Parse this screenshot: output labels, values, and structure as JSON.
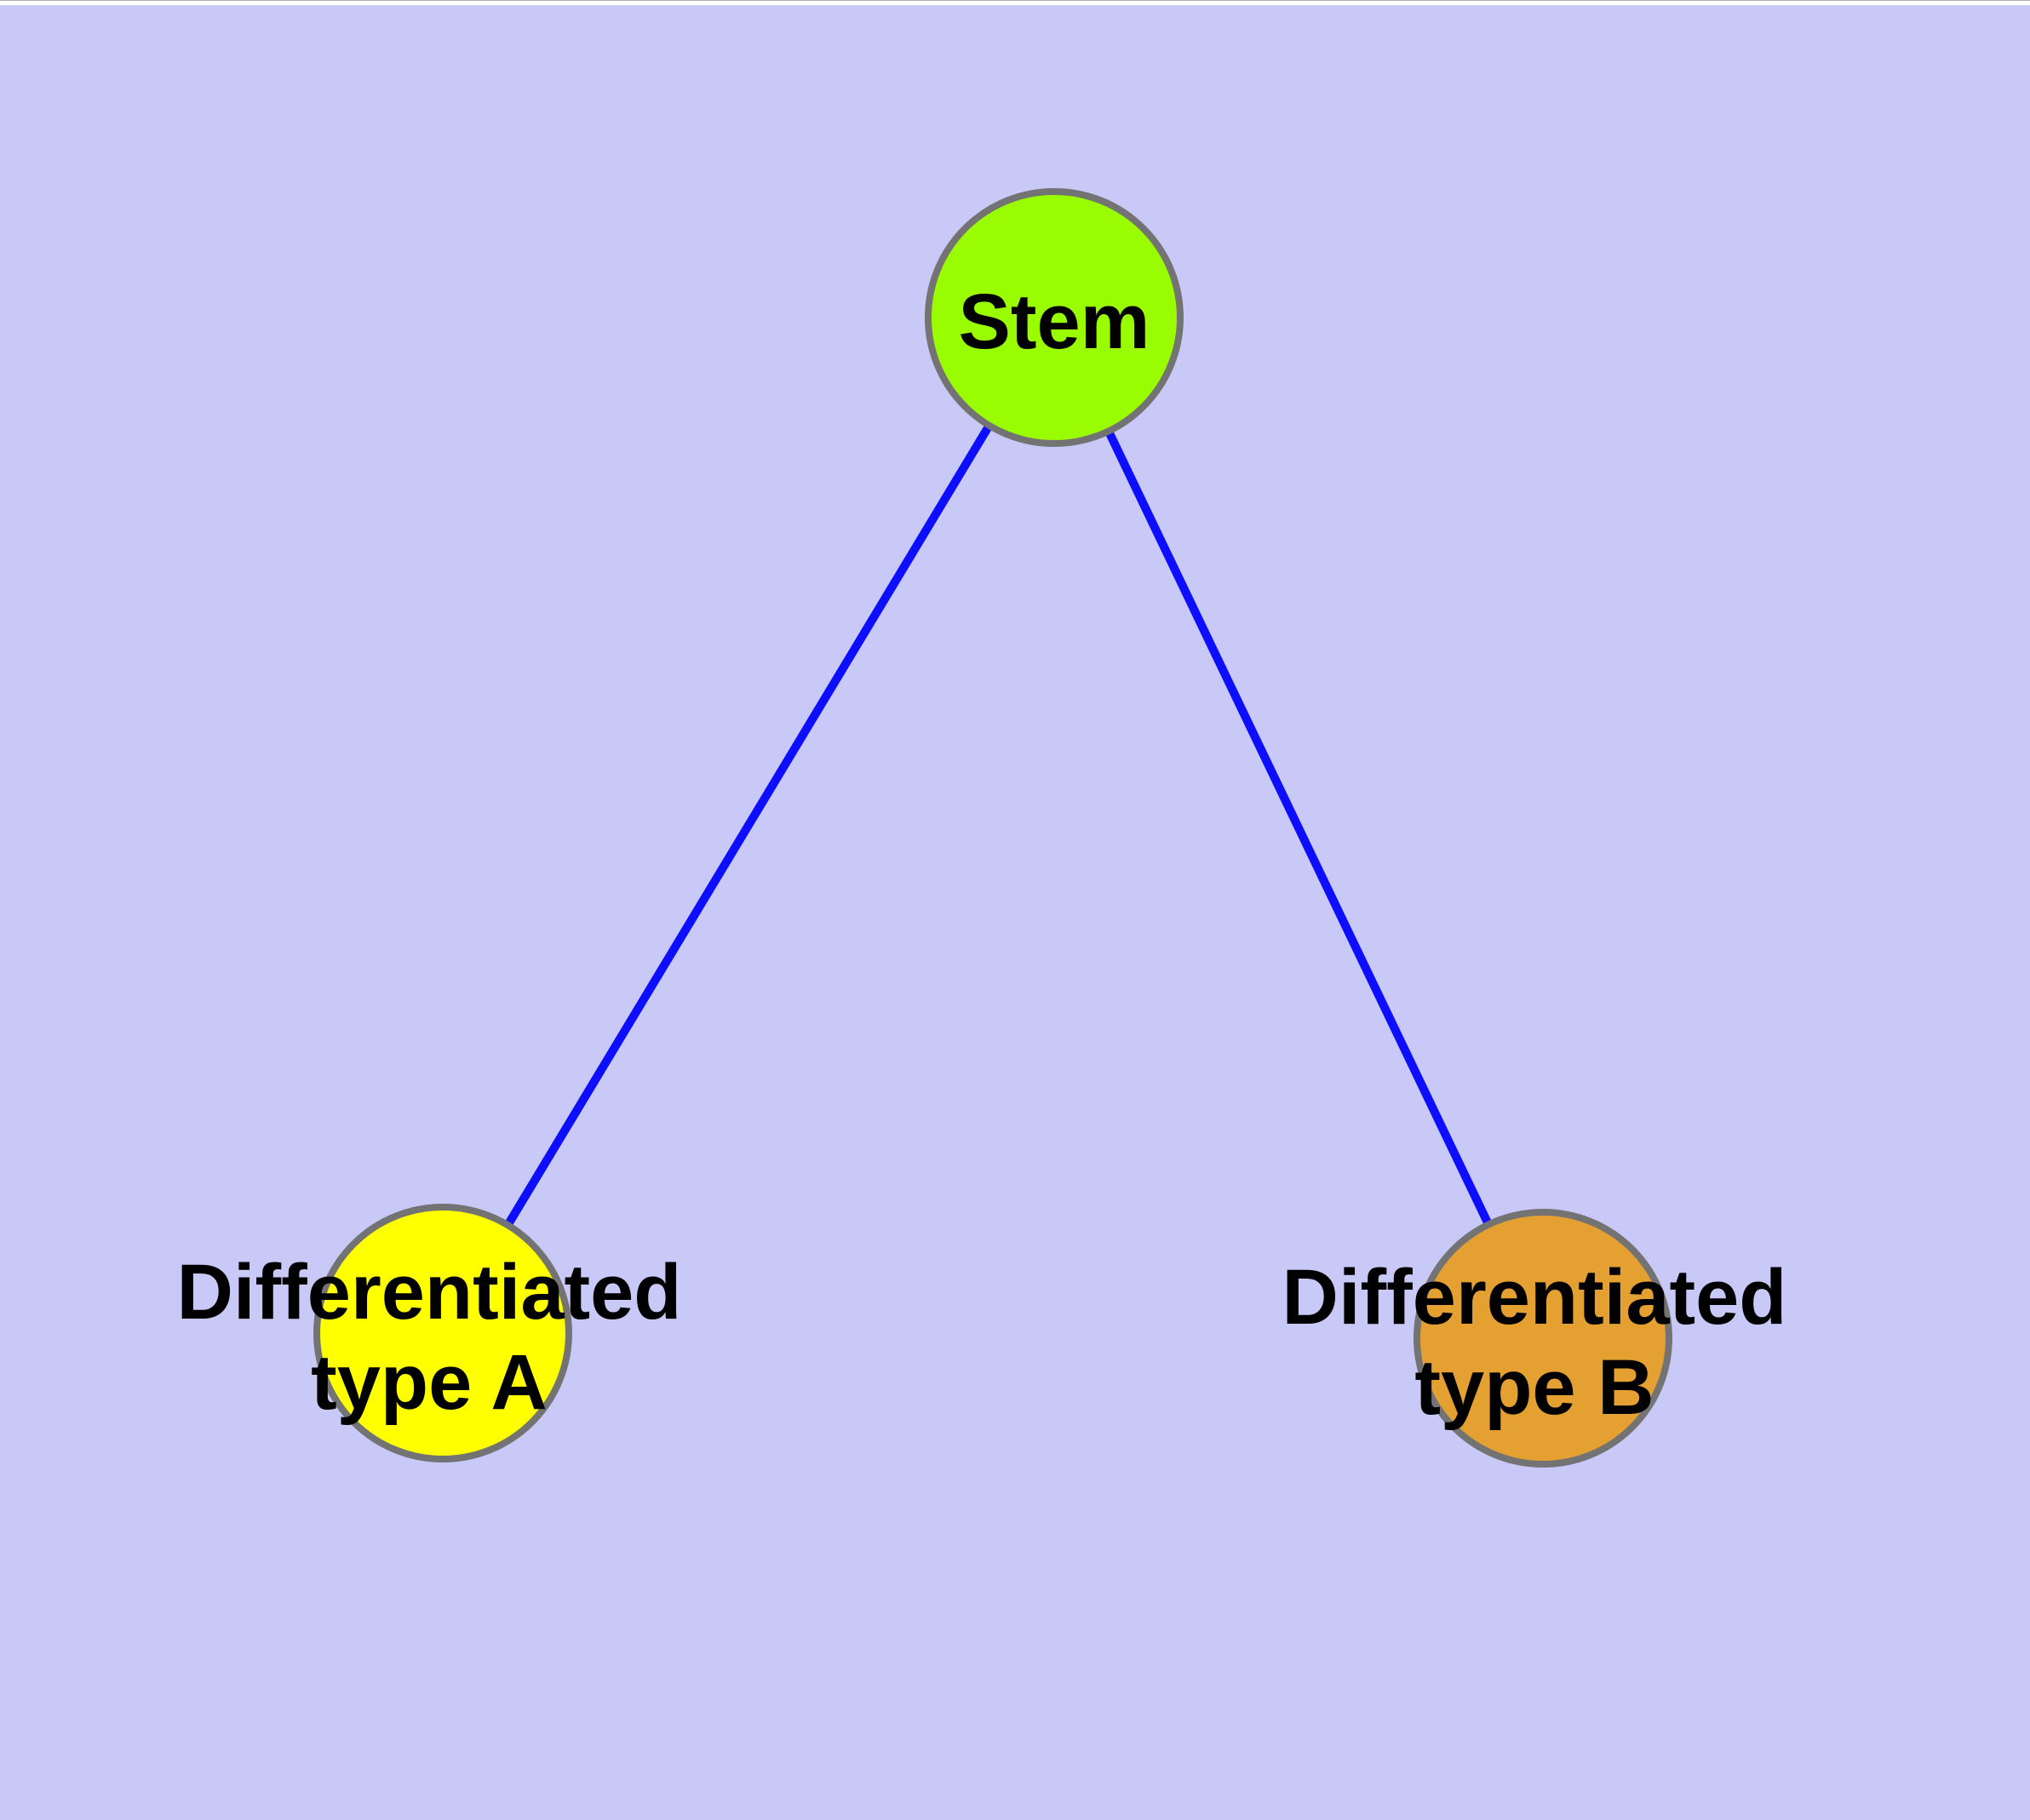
{
  "canvas": {
    "background": "#C9C9F7",
    "top_strip_color": "#FFFFFF",
    "top_strip_line_color": "#AEAEAE"
  },
  "diagram": {
    "type": "node-link-graph",
    "label_color": "#000000",
    "node_border_color": "#737373",
    "edge_color": "#0D0DFF",
    "nodes": [
      {
        "id": "stem",
        "lines": [
          "Stem"
        ],
        "fill": "#9AFC00"
      },
      {
        "id": "differentiated-type-a",
        "lines": [
          "Differentiated",
          "type A"
        ],
        "fill": "#FFFF00"
      },
      {
        "id": "differentiated-type-b",
        "lines": [
          "Differentiated",
          "type B"
        ],
        "fill": "#E4A031"
      }
    ],
    "edges": [
      {
        "id": "stem-to-type-a",
        "from": "stem",
        "to": "differentiated-type-a"
      },
      {
        "id": "stem-to-type-b",
        "from": "stem",
        "to": "differentiated-type-b"
      }
    ]
  }
}
